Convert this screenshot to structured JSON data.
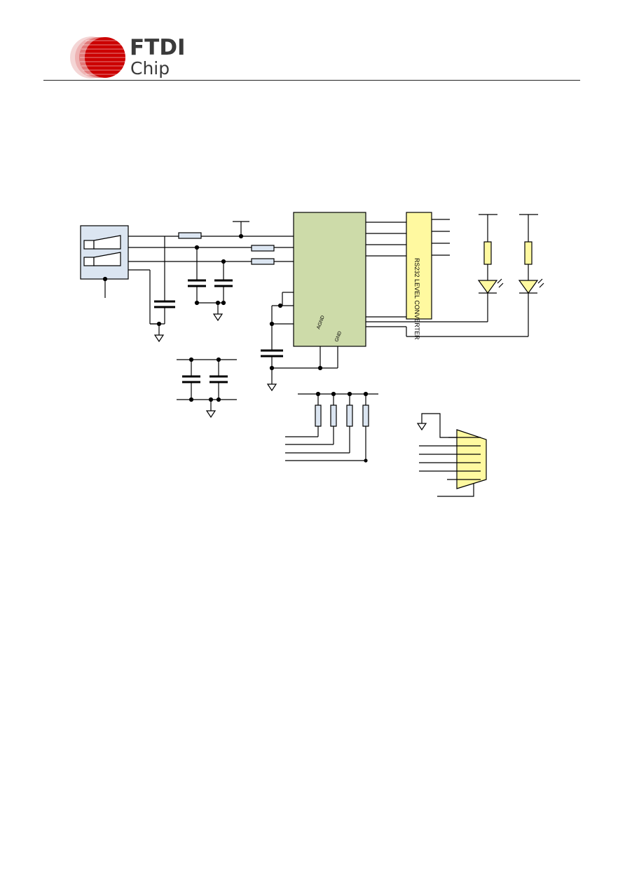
{
  "header": {
    "logo_name": "FTDI",
    "logo_sub": "Chip",
    "logo_color": "#cc0000"
  },
  "schematic": {
    "level_converter_label": "RS232 LEVEL CONVERTER",
    "pin_avgnd": "AGND",
    "pin_gnd": "GND",
    "colors": {
      "ic_fill": "#cddba9",
      "converter_fill": "#fff9a0",
      "usb_fill": "#dbe5f1",
      "resistor_fill": "#dbe5f1",
      "led_fill": "#fff9a0",
      "db9_fill": "#fff9a0",
      "wire": "#000000"
    }
  }
}
